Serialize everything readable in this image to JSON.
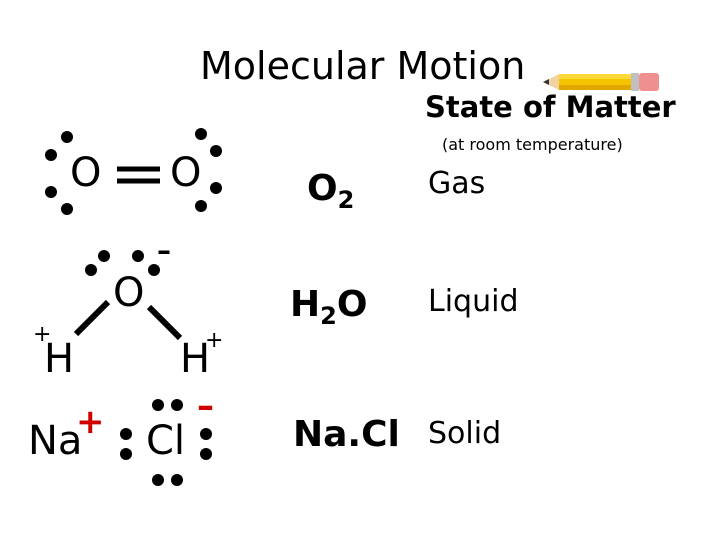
{
  "title": "Molecular Motion",
  "table": {
    "header": "State of Matter",
    "subheader": "(at room temperature)",
    "rows": [
      {
        "formula_main": "O",
        "formula_sub": "2",
        "formula_tail": "",
        "state": "Gas"
      },
      {
        "formula_main": "H",
        "formula_sub": "2",
        "formula_tail": "O",
        "state": "Liquid"
      },
      {
        "formula_main": "Na.Cl",
        "formula_sub": "",
        "formula_tail": "",
        "state": "Solid"
      }
    ]
  },
  "diagrams": {
    "oxygen": {
      "left_atom": "O",
      "right_atom": "O"
    },
    "water": {
      "oxygen": "O",
      "oxygen_charge": "–",
      "hydrogen_left": "H",
      "hydrogen_left_charge": "+",
      "hydrogen_right": "H",
      "hydrogen_right_charge": "+"
    },
    "salt": {
      "sodium": "Na",
      "sodium_charge": "+",
      "chlorine": "Cl",
      "chlorine_charge": "–"
    }
  },
  "colors": {
    "text": "#000000",
    "ion_charge": "#d10000",
    "pencil_body": "#f5c400"
  },
  "icons": {
    "pencil": "pencil-icon"
  }
}
